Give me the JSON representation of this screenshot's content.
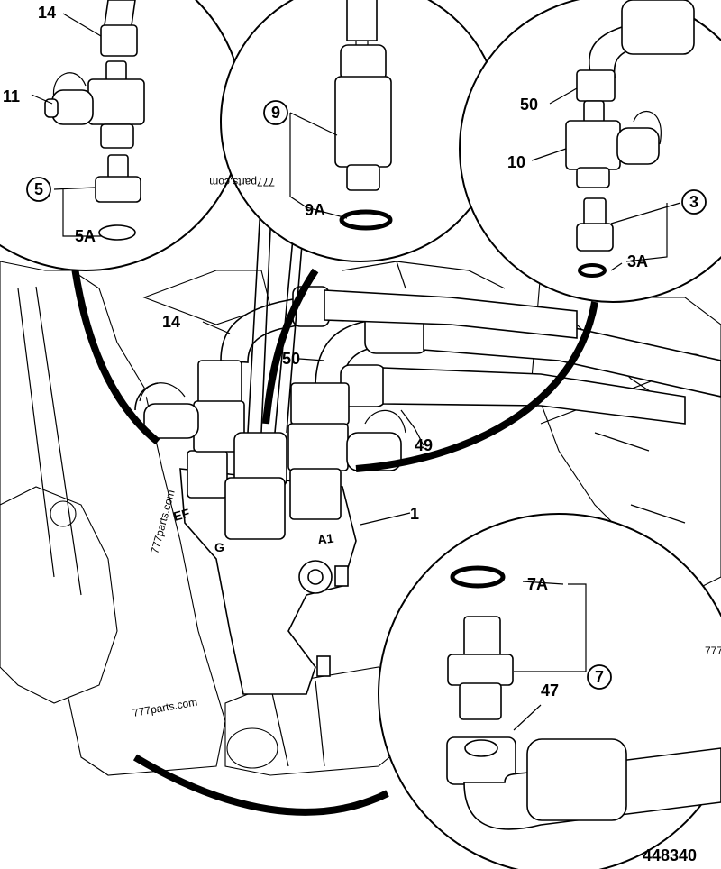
{
  "callouts": {
    "c14_top": "14",
    "c11": "11",
    "c5": "5",
    "c5A": "5A",
    "c9": "9",
    "c9A": "9A",
    "c50_top": "50",
    "c10": "10",
    "c3": "3",
    "c3A": "3A",
    "c14_mid": "14",
    "c50_mid": "50",
    "c49": "49",
    "c1": "1",
    "c7A": "7A",
    "c7": "7",
    "c47": "47"
  },
  "port_labels": {
    "ef": "EF",
    "g": "G",
    "a1": "A1"
  },
  "watermarks": {
    "w1": "777parts.com",
    "w2": "777parts.com",
    "w3": "777parts.com",
    "w4": "777"
  },
  "drawing_number": "448340"
}
